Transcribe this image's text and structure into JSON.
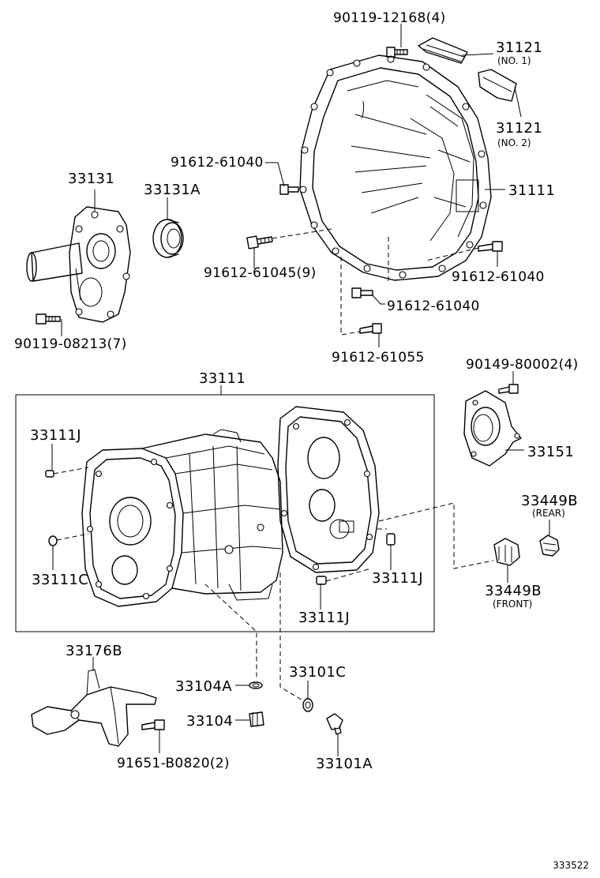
{
  "labels": {
    "l1": "90119-12168(4)",
    "l2": "31121",
    "l2s": "(NO. 1)",
    "l3": "31121",
    "l3s": "(NO. 2)",
    "l4": "91612-61040",
    "l5": "33131",
    "l6": "33131A",
    "l7": "31111",
    "l8": "91612-61045(9)",
    "l9": "91612-61040",
    "l10": "91612-61040",
    "l11": "90119-08213(7)",
    "l12": "91612-61055",
    "l13": "33111",
    "l14": "90149-80002(4)",
    "l15": "33111J",
    "l16": "33151",
    "l17": "33449B",
    "l17s": "(REAR)",
    "l18": "33111C",
    "l19": "33111J",
    "l20": "33449B",
    "l20s": "(FRONT)",
    "l21": "33111J",
    "l22": "33176B",
    "l23": "33101C",
    "l24": "33104A",
    "l25": "33104",
    "l26": "91651-B0820(2)",
    "l27": "33101A"
  },
  "reference": "333522"
}
